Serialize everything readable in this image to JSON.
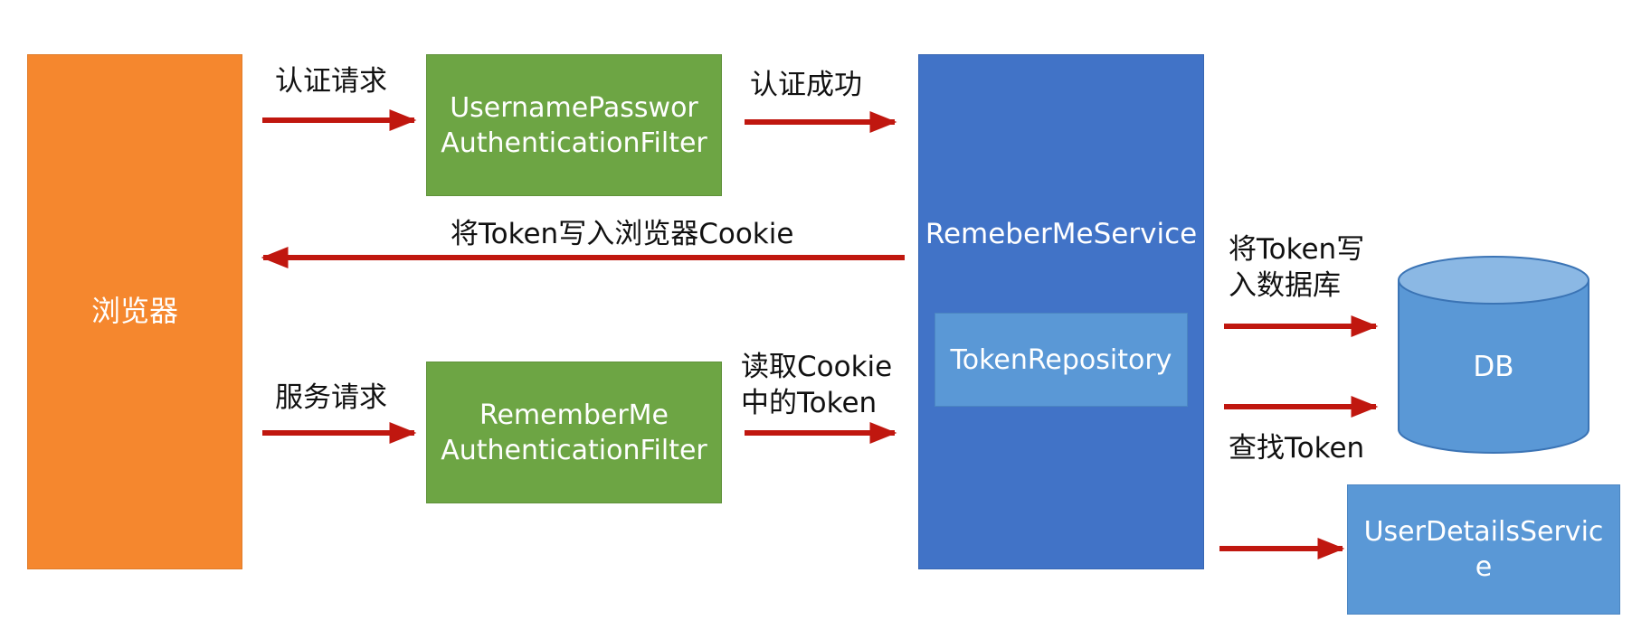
{
  "nodes": {
    "browser": "浏览器",
    "username_filter": "UsernamePasswor\nAuthenticationFilter",
    "rememberme_filter": "RememberMe\nAuthenticationFilter",
    "rememberme_service": "RemeberMeService",
    "token_repository": "TokenRepository",
    "db": "DB",
    "user_details_service": "UserDetailsServic\ne"
  },
  "edges": {
    "auth_request": "认证请求",
    "auth_success": "认证成功",
    "write_cookie": "将Token写入浏览器Cookie",
    "service_request": "服务请求",
    "read_cookie": "读取Cookie\n中的Token",
    "write_db": "将Token写\n入数据库",
    "find_token": "查找Token"
  },
  "colors": {
    "browser": "#f5872e",
    "filter": "#6da544",
    "service": "#4173c7",
    "repository": "#5a98d6",
    "arrow": "#c0170f"
  }
}
